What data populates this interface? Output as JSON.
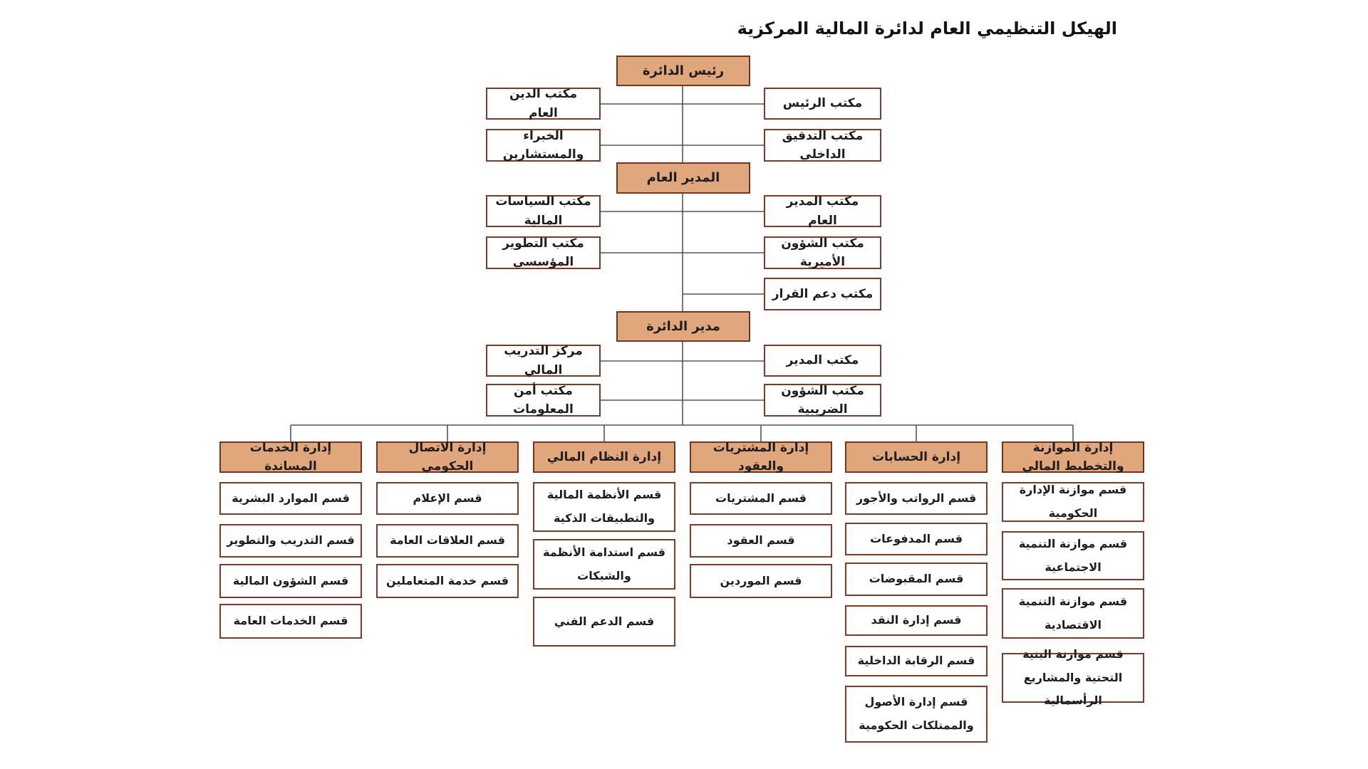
{
  "title": "الهيكل التنظيمي العام لدائرة المالية المركزية",
  "colors": {
    "node_fill": "#e0a77d",
    "node_border": "#74351f",
    "office_border": "#7e3b29",
    "connector": "#555555",
    "text": "#1d1d1d",
    "background": "#ffffff"
  },
  "nodes": {
    "root": "رئيس الدائرة",
    "general_manager": "المدير العام",
    "department_director": "مدير الدائرة"
  },
  "offices": {
    "level1": {
      "left": [
        "مكتب الدين العام",
        "الخبراء والمستشارين"
      ],
      "right": [
        "مكتب الرئيس",
        "مكتب التدقيق الداخلي"
      ]
    },
    "level2": {
      "left": [
        "مكتب السياسات المالية",
        "مكتب التطوير المؤسسي"
      ],
      "right": [
        "مكتب المدير العام",
        "مكتب الشؤون الأميرية",
        "مكتب دعم القرار"
      ]
    },
    "level3": {
      "left": [
        "مركز التدريب المالي",
        "مكتب أمن المعلومات"
      ],
      "right": [
        "مكتب المدير",
        "مكتب الشؤون الضريبية"
      ]
    }
  },
  "departments": [
    {
      "label": "إدارة الخدمات المساندة",
      "items": [
        "قسم الموارد البشرية",
        "قسم التدريب والتطوير",
        "قسم الشؤون المالية",
        "قسم الخدمات العامة"
      ]
    },
    {
      "label": "إدارة الاتصال الحكومي",
      "items": [
        "قسم الإعلام",
        "قسم العلاقات العامة",
        "قسم خدمة المتعاملين"
      ]
    },
    {
      "label": "إدارة النظام المالي",
      "items": [
        "قسم الأنظمة المالية والتطبيقات الذكية",
        "قسم استدامة الأنظمة والشبكات",
        "قسم الدعم الفني"
      ]
    },
    {
      "label": "إدارة المشتريات والعقود",
      "items": [
        "قسم المشتريات",
        "قسم العقود",
        "قسم الموردين"
      ]
    },
    {
      "label": "إدارة الحسابات",
      "items": [
        "قسم الرواتب والأجور",
        "قسم المدفوعات",
        "قسم المقبوضات",
        "قسم إدارة النقد",
        "قسم الرقابة الداخلية",
        "قسم إدارة الأصول والممتلكات الحكومية"
      ]
    },
    {
      "label": "إدارة الموازنة والتخطيط المالي",
      "items": [
        "قسم موازنة الإدارة الحكومية",
        "قسم موازنة التنمية الاجتماعية",
        "قسم موازنة التنمية الاقتصادية",
        "قسم موازنة البنية التحتية والمشاريع الرأسمالية"
      ]
    }
  ]
}
